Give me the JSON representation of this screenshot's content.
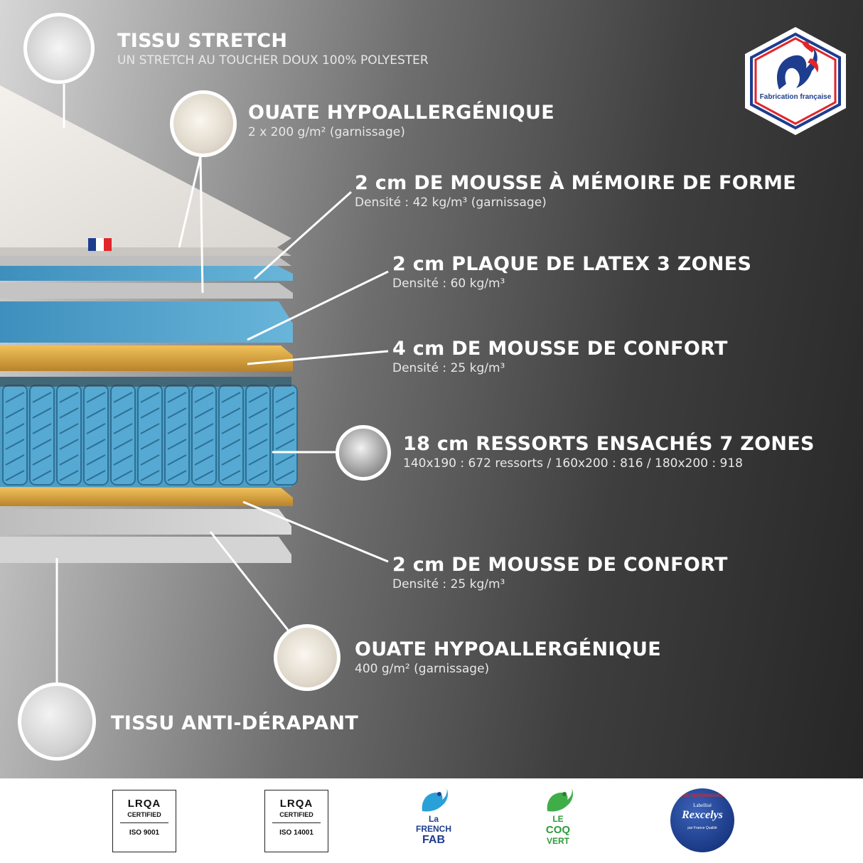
{
  "labels": {
    "tissu_stretch": {
      "title": "TISSU STRETCH",
      "sub": "UN STRETCH AU TOUCHER DOUX 100% POLYESTER"
    },
    "ouate_top": {
      "title": "OUATE HYPOALLERGÉNIQUE",
      "sub": "2 x 200 g/m² (garnissage)"
    },
    "memoire": {
      "title": "2 cm DE MOUSSE À MÉMOIRE DE FORME",
      "sub": "Densité : 42 kg/m³ (garnissage)"
    },
    "latex": {
      "title": "2 cm PLAQUE DE LATEX 3 ZONES",
      "sub": "Densité : 60 kg/m³"
    },
    "confort4": {
      "title": "4 cm DE MOUSSE DE CONFORT",
      "sub": "Densité : 25 kg/m³"
    },
    "ressorts": {
      "title": "18 cm RESSORTS ENSACHÉS 7 ZONES",
      "sub": "140x190 : 672 ressorts / 160x200 : 816 / 180x200 : 918"
    },
    "confort2": {
      "title": "2 cm DE MOUSSE DE CONFORT",
      "sub": "Densité : 25 kg/m³"
    },
    "ouate_bottom": {
      "title": "OUATE HYPOALLERGÉNIQUE",
      "sub": "400 g/m² (garnissage)"
    },
    "antiderapant": {
      "title": "TISSU ANTI-DÉRAPANT"
    }
  },
  "badge": {
    "text": "Fabrication française"
  },
  "footer_logos": [
    {
      "name": "LRQA",
      "line1": "CERTIFIED",
      "line2": "ISO 9001"
    },
    {
      "name": "LRQA",
      "line1": "CERTIFIED",
      "line2": "ISO 14001"
    },
    {
      "name": "La French Fab",
      "l1": "La",
      "l2": "FRENCH",
      "l3": "FAB"
    },
    {
      "name": "Le Coq Vert",
      "l1": "LE",
      "l2": "COQ",
      "l3": "VERT"
    },
    {
      "name": "Rexcelys",
      "top": "RSE PERFORMANCE",
      "mid": "Labellisé",
      "brand": "Rexcelys",
      "bottom": "par France Qualité"
    }
  ],
  "colors": {
    "foam_blue": "#4a9fc8",
    "foam_gold": "#d9a441",
    "french_blue": "#1f3d8f",
    "french_red": "#e0262b"
  }
}
